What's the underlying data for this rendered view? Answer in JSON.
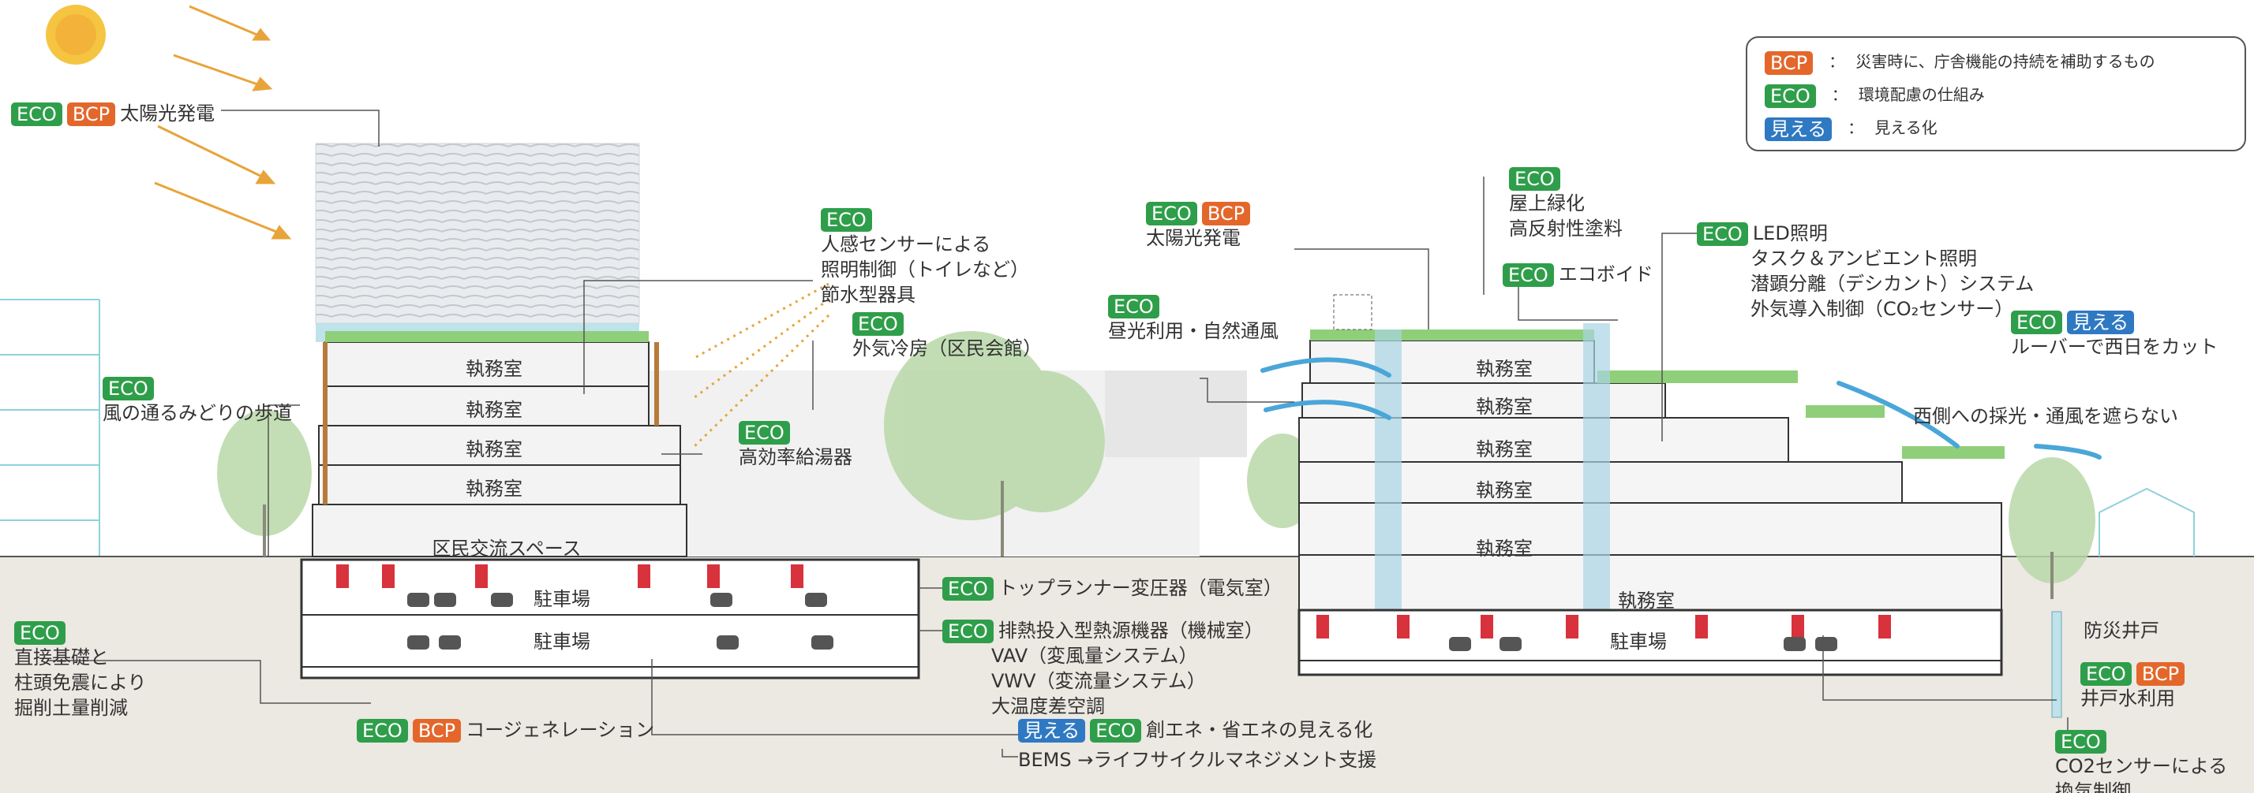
{
  "tags": {
    "eco": "ECO",
    "bcp": "BCP",
    "mieru": "見える"
  },
  "colors": {
    "eco": "#2f9e4a",
    "bcp": "#e3672b",
    "mieru": "#2f79c2"
  },
  "legend": {
    "bcp": "災害時に、庁舎機能の持続を補助するもの",
    "eco": "環境配慮の仕組み",
    "mieru": "見える化",
    "separator": "："
  },
  "rooms": {
    "office": "執務室",
    "plaza": "区民交流スペース",
    "parking": "駐車場"
  },
  "callouts": {
    "solar_left": "太陽光発電",
    "sensor": [
      "人感センサーによる",
      "照明制御（トイレなど）",
      "節水型器具"
    ],
    "ext_cooling": "外気冷房（区民会館）",
    "green_path": "風の通るみどりの歩道",
    "water_heater": "高効率給湯器",
    "solar_right": "太陽光発電",
    "roof": [
      "屋上緑化",
      "高反射性塗料"
    ],
    "ecovoid": "エコボイド",
    "daylight": "昼光利用・自然通風",
    "led": [
      "LED照明",
      "タスク＆アンビエント照明",
      "潜顕分離（デシカント）システム",
      "外気導入制御（CO₂センサー）"
    ],
    "louver": "ルーバーで西日をカット",
    "west": "西側への採光・通風を遮らない",
    "transformer": "トップランナー変圧器（電気室）",
    "heat_source": [
      "排熱投入型熱源機器（機械室）",
      "VAV（変風量システム）",
      "VWV（変流量システム）",
      "大温度差空調"
    ],
    "foundation": [
      "直接基礎と",
      "柱頭免震により",
      "掘削土量削減"
    ],
    "cogen": "コージェネレーション",
    "visual": "創エネ・省エネの見える化",
    "bems": "BEMS →ライフサイクルマネジメント支援",
    "well": "防災井戸",
    "well_use": "井戸水利用",
    "co2": [
      "CO2センサーによる",
      "換気制御"
    ]
  }
}
